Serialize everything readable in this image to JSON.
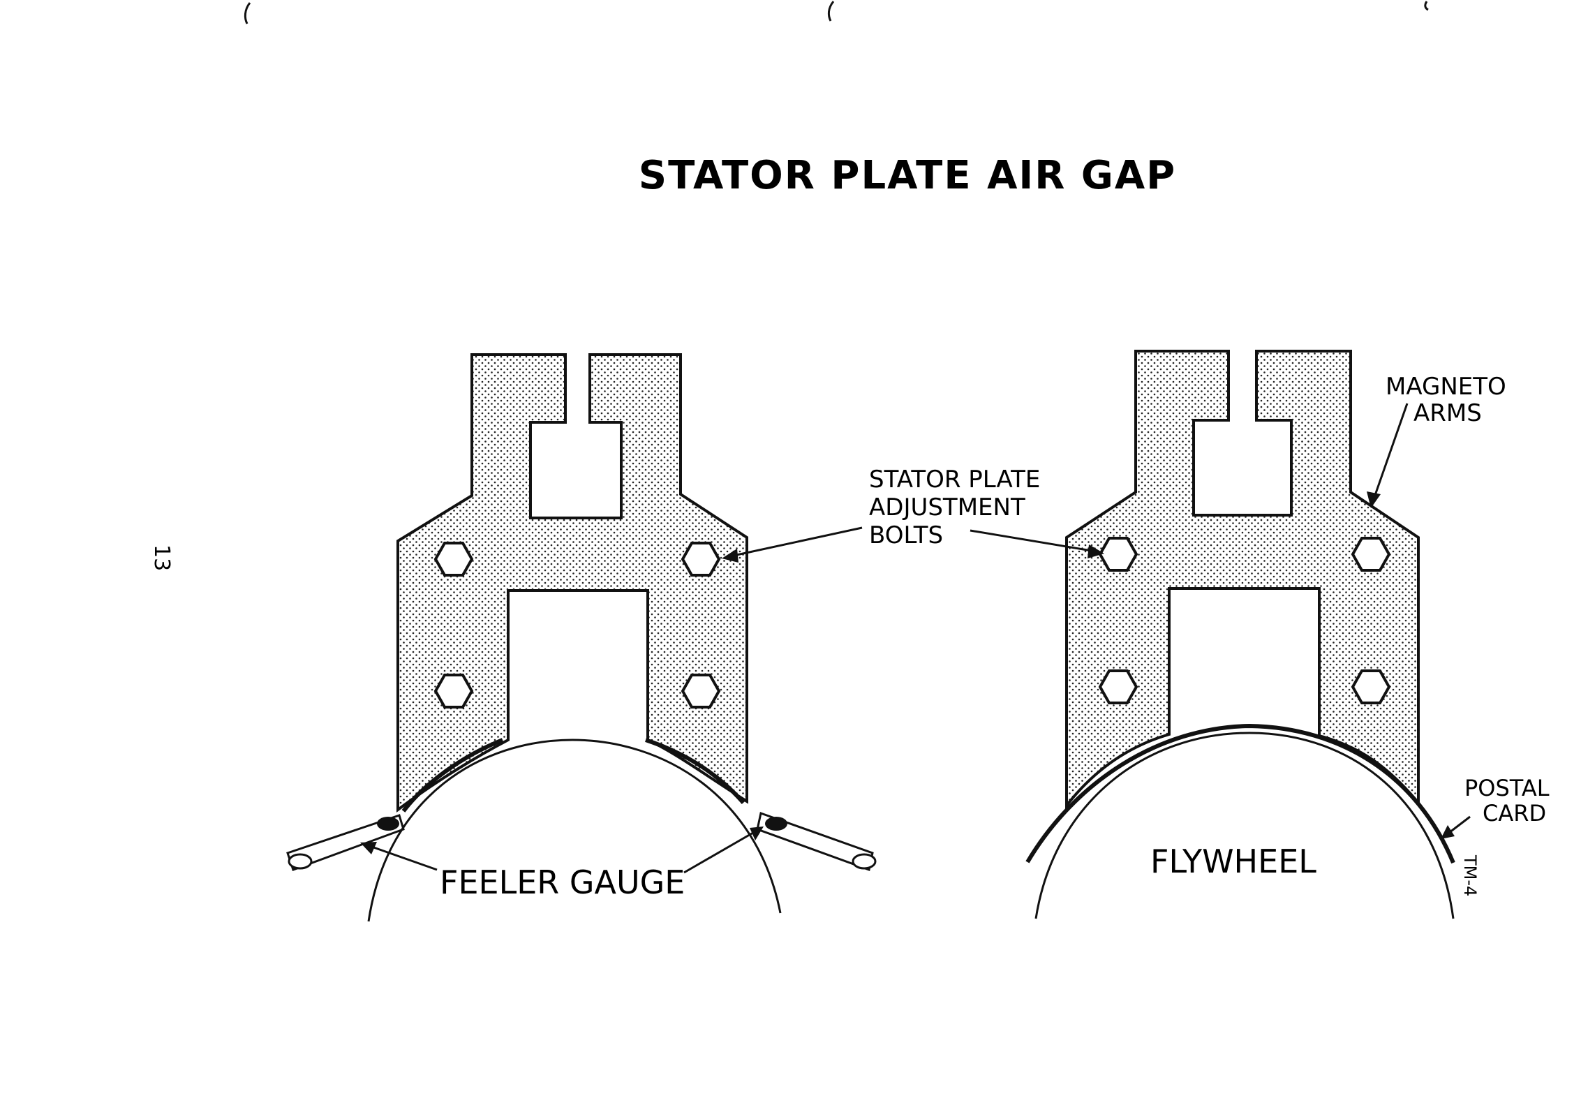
{
  "title": "STATOR PLATE AIR GAP",
  "page_number": "13",
  "labels": {
    "feeler_gauge": "FEELER GAUGE",
    "flywheel": "FLYWHEEL",
    "stator_line1": "STATOR PLATE",
    "stator_line2": "ADJUSTMENT",
    "stator_line3": "BOLTS",
    "magneto_line1": "MAGNETO",
    "magneto_line2": "ARMS",
    "postal_line1": "POSTAL",
    "postal_line2": "CARD",
    "figure_code": "TM-4"
  }
}
